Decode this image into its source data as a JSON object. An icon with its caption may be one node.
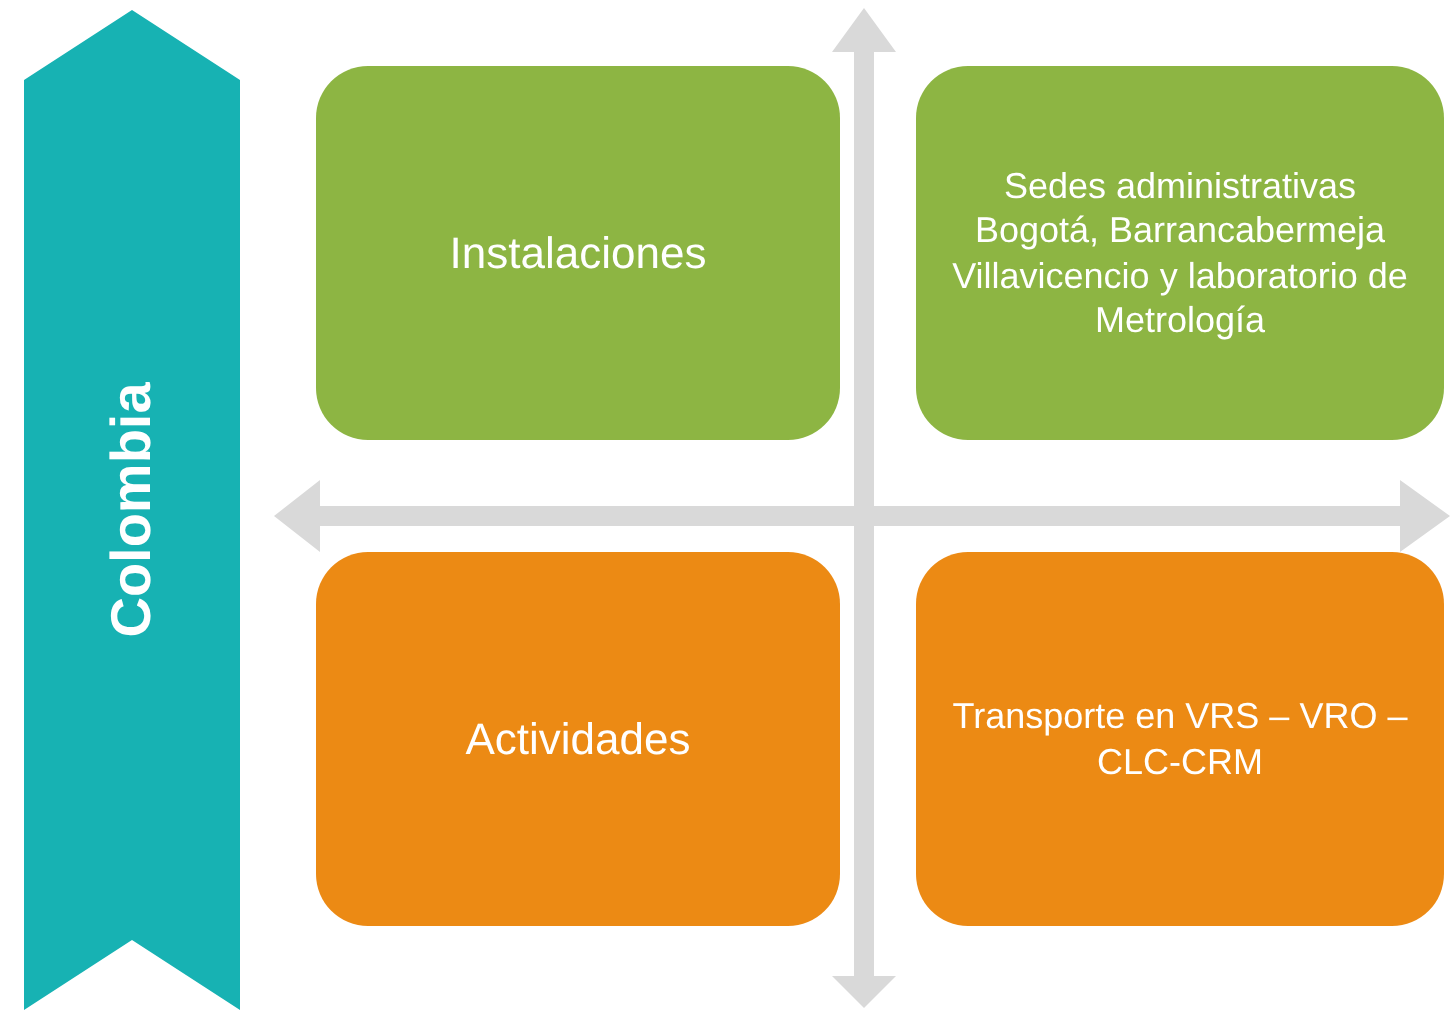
{
  "diagram": {
    "nodes": [
      {
        "text": [
          "Colombia"
        ]
      },
      {
        "text": [
          "Instalaciones"
        ]
      },
      {
        "text": [
          "Sedes administrativas Bogotá, Barrancabermeja Villavicencio y laboratorio de Metrología"
        ]
      },
      {
        "text": [
          "Actividades"
        ]
      },
      {
        "text": [
          "Transporte en VRS – VRO – CLC-CRM"
        ]
      }
    ]
  }
}
